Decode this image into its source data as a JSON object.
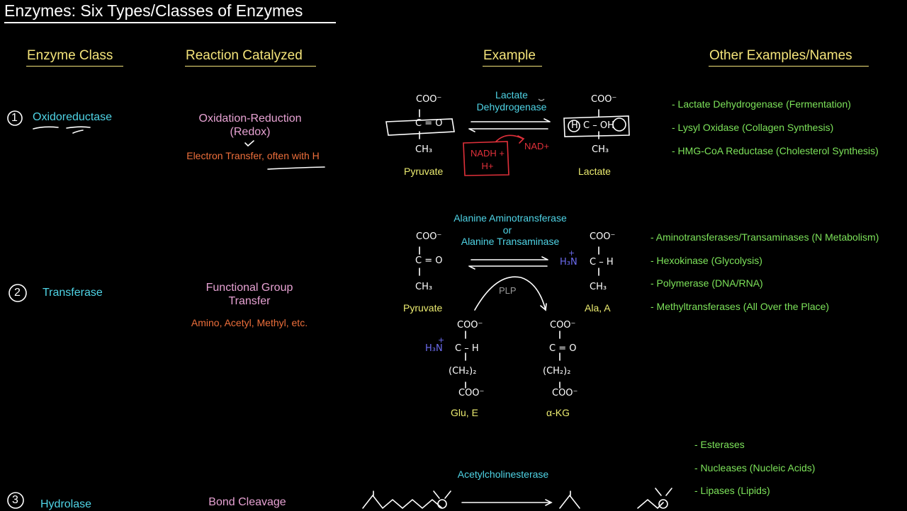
{
  "page_title": "Enzymes: Six Types/Classes of Enzymes",
  "headers": {
    "enzyme_class": "Enzyme Class",
    "reaction": "Reaction Catalyzed",
    "example": "Example",
    "other": "Other Examples/Names"
  },
  "rows": [
    {
      "number": "1",
      "enzyme_class": "Oxidoreductase",
      "reaction_line1": "Oxidation-Reduction",
      "reaction_line2": "(Redox)",
      "detail": "Electron Transfer, often with H",
      "enzyme_name_line1": "Lactate",
      "enzyme_name_line2": "Dehydrogenase",
      "substrate_label": "Pyruvate",
      "product_label": "Lactate",
      "cofactor_box": "NADH + H+",
      "cofactor_out": "NAD+",
      "other_examples": [
        "- Lactate Dehydrogenase (Fermentation)",
        "- Lysyl Oxidase (Collagen Synthesis)",
        "- HMG-CoA Reductase (Cholesterol Synthesis)"
      ]
    },
    {
      "number": "2",
      "enzyme_class": "Transferase",
      "reaction_line1": "Functional Group",
      "reaction_line2": "Transfer",
      "detail": "Amino, Acetyl, Methyl, etc.",
      "enzyme_name_line1": "Alanine Aminotransferase",
      "enzyme_name_line2": "or",
      "enzyme_name_line3": "Alanine Transaminase",
      "substrate_label": "Pyruvate",
      "product_label": "Ala, A",
      "cofactor": "PLP",
      "donor_label": "Glu, E",
      "acceptor_label": "α-KG",
      "other_examples": [
        "- Aminotransferases/Transaminases (N Metabolism)",
        "- Hexokinase (Glycolysis)",
        "- Polymerase (DNA/RNA)",
        "- Methyltransferases (All Over the Place)"
      ]
    },
    {
      "number": "3",
      "enzyme_class": "Hydrolase",
      "reaction_line1": "Bond Cleavage",
      "enzyme_name_line1": "Acetylcholinesterase",
      "other_examples": [
        "- Esterases",
        "- Nucleases (Nucleic Acids)",
        "- Lipases (Lipids)"
      ]
    }
  ],
  "chem": {
    "coo": "COO⁻",
    "c_eq_o": "C = O",
    "ch3": "CH₃",
    "c_oh": "C – OH",
    "h": "H",
    "h3n": "H₃N",
    "plus": "+",
    "c_h": "C – H",
    "ch2_2": "(CH₂)₂"
  },
  "colors": {
    "background": "#000000",
    "header": "#f4e47a",
    "enzyme_class": "#4fd4e6",
    "reaction": "#e7a2d3",
    "detail": "#ee6f3b",
    "molecule_label": "#ecec70",
    "other_examples": "#7de35a",
    "cofactor": "#e0303a",
    "amino": "#6c6cf0"
  }
}
